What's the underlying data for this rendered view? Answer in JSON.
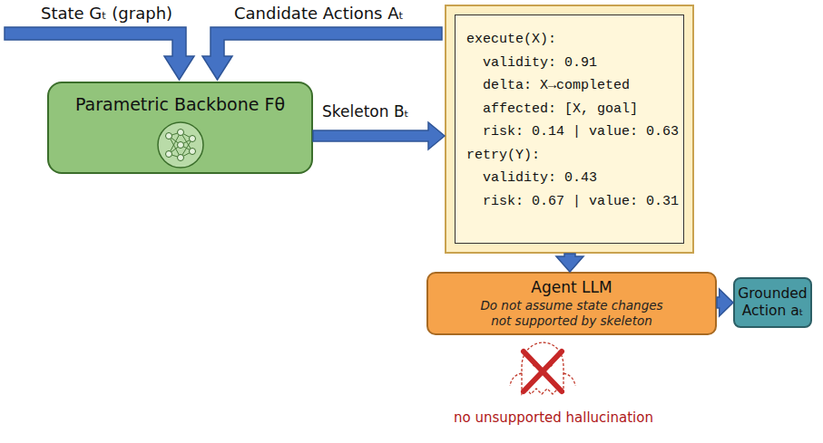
{
  "diagram": {
    "nodes": [
      {
        "text": [
          "Parametric Backbone Fθ"
        ]
      },
      {
        "text": [
          "execute(X):",
          "validity: 0.91",
          "delta: X→completed",
          "affected: [X, goal]",
          "risk: 0.14 | value: 0.63",
          "retry(Y):",
          "validity: 0.43",
          "risk: 0.67 | value: 0.31"
        ]
      },
      {
        "text": [
          "Agent LLM",
          "Do not assume state changes not supported by skeleton"
        ]
      },
      {
        "text": [
          "Grounded Action aₜ"
        ]
      }
    ],
    "edges": [
      {
        "from": 0,
        "to": 1,
        "arrow": "to",
        "label": "Skeleton Bₜ"
      },
      {
        "from": 1,
        "to": 2,
        "arrow": "to"
      },
      {
        "from": 2,
        "to": 3,
        "arrow": "to"
      }
    ],
    "labels": [
      "State Gₜ (graph)",
      "Candidate Actions Aₜ",
      "no unsupported hallucination"
    ]
  }
}
